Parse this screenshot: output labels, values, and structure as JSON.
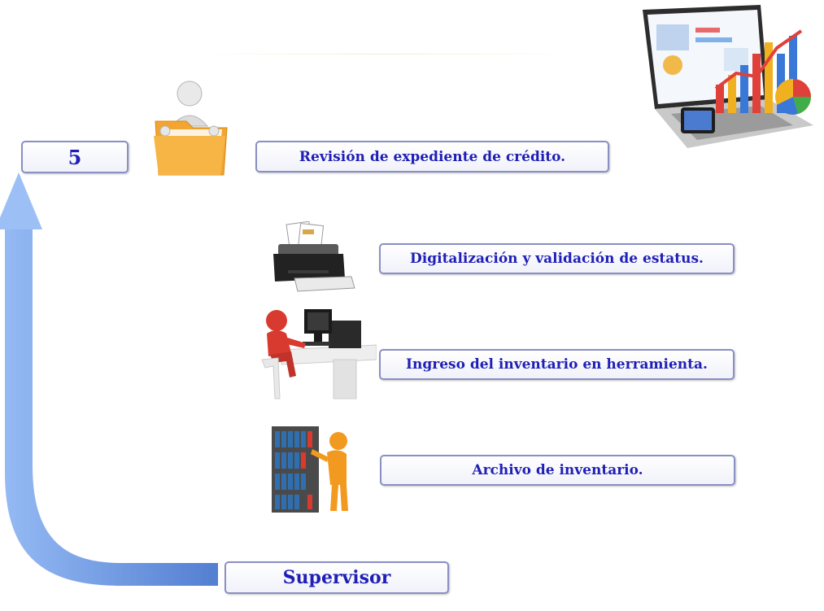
{
  "step_number": "5",
  "steps": [
    "Revisión de expediente de crédito.",
    "Digitalización  y validación de estatus.",
    "Ingreso del inventario  en herramienta.",
    "Archivo de inventario."
  ],
  "role": "Supervisor",
  "icons": [
    "person-with-folder-icon",
    "laptop-with-charts-icon",
    "document-scanner-icon",
    "person-at-computer-desk-icon",
    "person-at-file-shelf-icon",
    "curved-up-arrow-icon"
  ],
  "colors": {
    "label_text": "#1f1fb8",
    "box_border": "#8a8fc4",
    "arrow": "#7aa8f0",
    "folder": "#f5a623"
  }
}
